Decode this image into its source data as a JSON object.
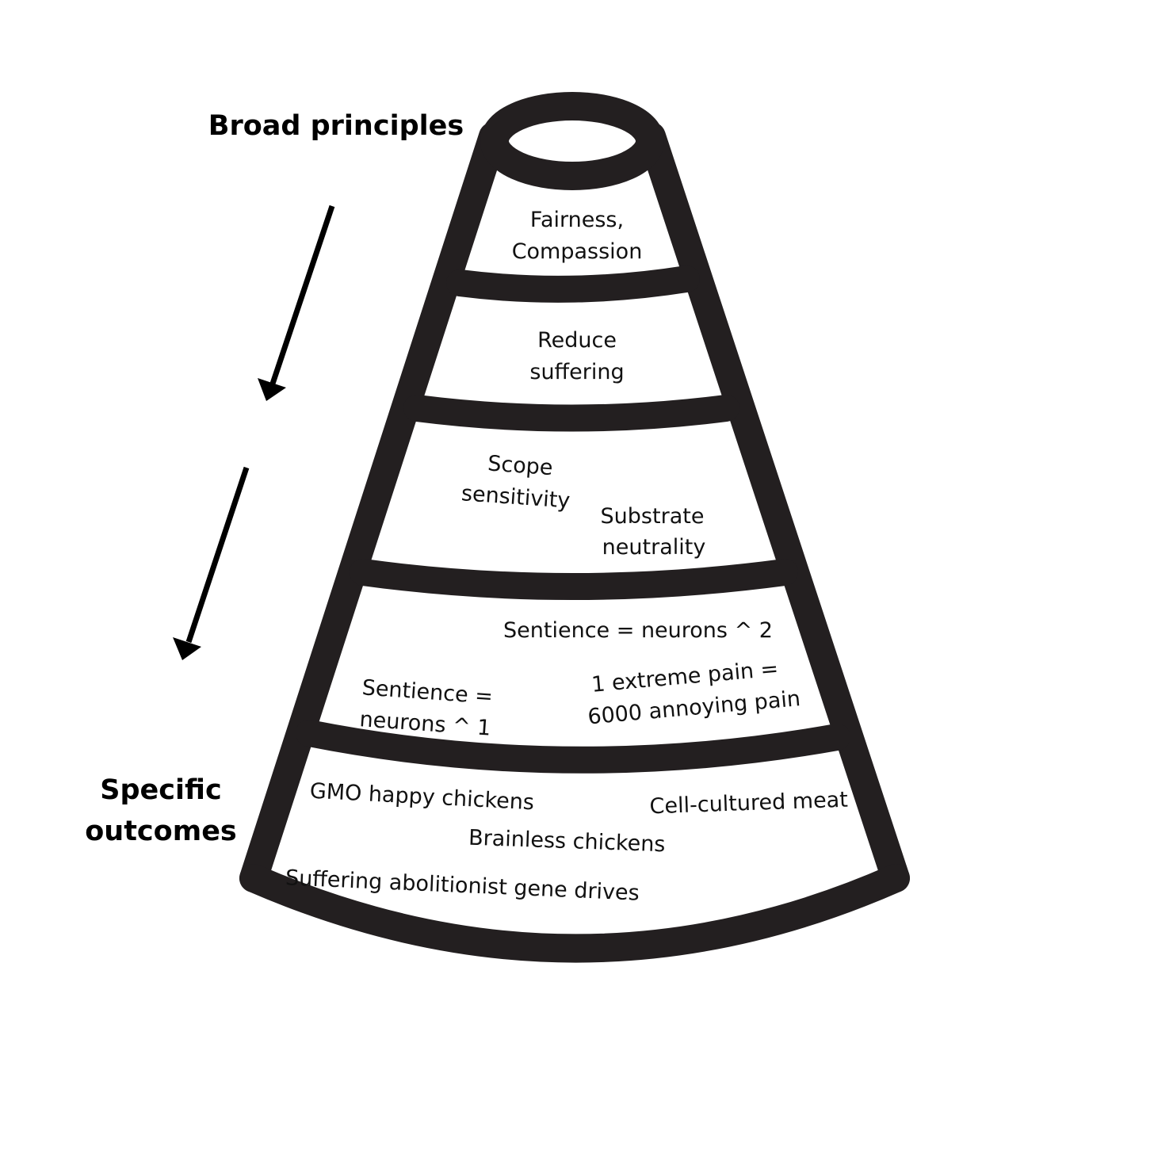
{
  "labels": {
    "top": "Broad principles",
    "bottom_line1": "Specific",
    "bottom_line2": "outcomes"
  },
  "tiers": [
    {
      "name": "tier-1",
      "items": [
        "Fairness,",
        "Compassion"
      ]
    },
    {
      "name": "tier-2",
      "items": [
        "Reduce",
        "suffering"
      ]
    },
    {
      "name": "tier-3",
      "items": [
        "Scope",
        "sensitivity",
        "Substrate",
        "neutrality"
      ]
    },
    {
      "name": "tier-4",
      "items": [
        "Sentience = neurons ^ 2",
        "Sentience =",
        "neurons ^ 1",
        "1 extreme pain =",
        "6000 annoying pain"
      ]
    },
    {
      "name": "tier-5",
      "items": [
        "GMO happy chickens",
        "Cell-cultured meat",
        "Brainless chickens",
        "Suffering abolitionist gene drives"
      ]
    }
  ],
  "colors": {
    "outline": "#231f20",
    "text": "#111111",
    "background": "#ffffff"
  }
}
